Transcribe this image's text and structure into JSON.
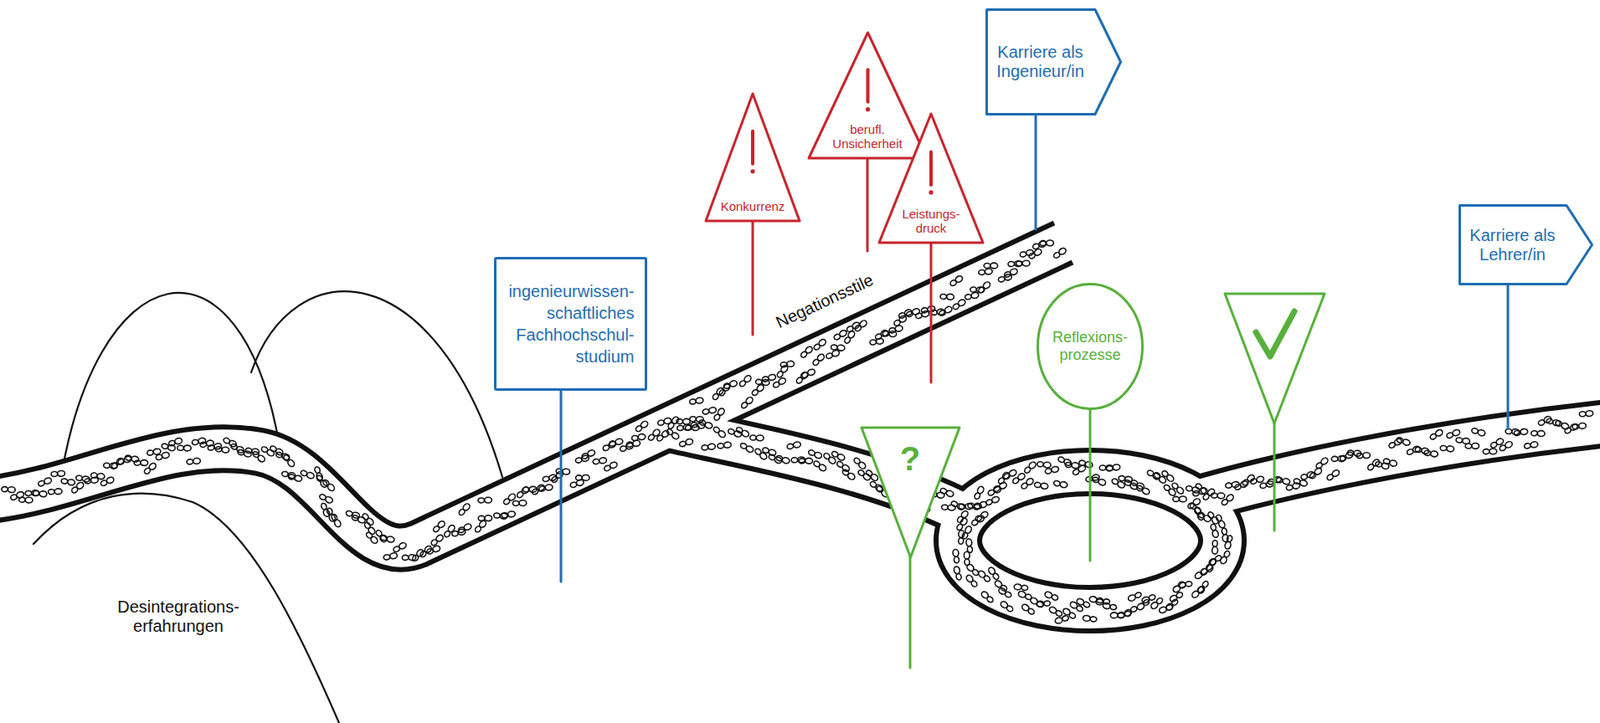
{
  "diagram": {
    "nodes": [
      {
        "text": [
          "ingenieurwissen- schaftliches Fachhochschul- studium"
        ]
      },
      {
        "text": [
          "Konkurrenz"
        ]
      },
      {
        "text": [
          "berufl. Unsicherheit"
        ]
      },
      {
        "text": [
          "Leistungs- druck"
        ]
      },
      {
        "text": [
          "Karriere als Ingenieur/in"
        ]
      },
      {
        "text": [
          "?"
        ]
      },
      {
        "text": [
          "Reflexions- prozesse"
        ]
      },
      {
        "text": [
          "Karriere als Lehrer/in"
        ]
      }
    ],
    "labels": [
      "Desintegrations- erfahrungen",
      "Negationsstile"
    ]
  }
}
